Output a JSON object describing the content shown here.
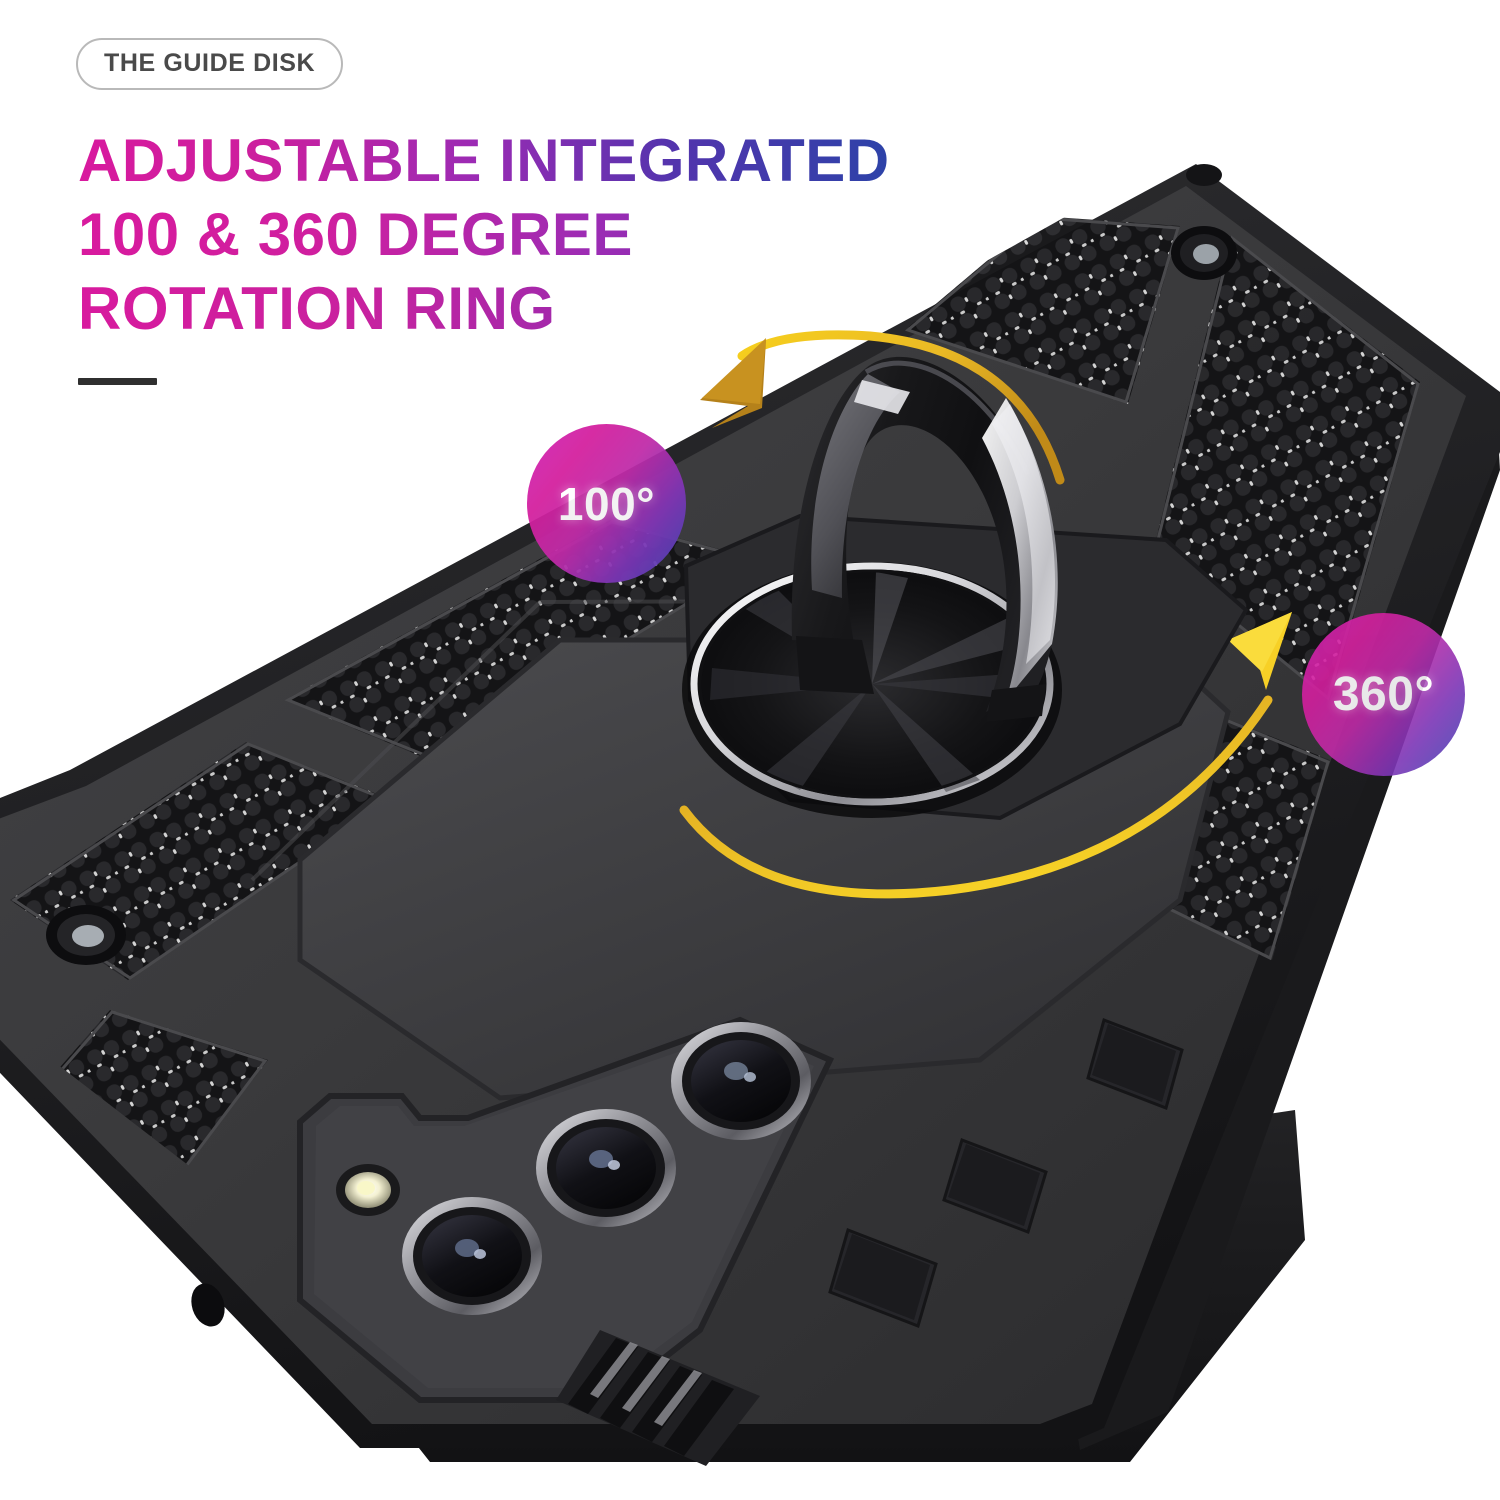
{
  "page": {
    "background_color": "#ffffff",
    "product": "rugged armor phone case with rotating kickstand ring"
  },
  "badge": {
    "label": "THE GUIDE DISK",
    "border_color": "#b9b9b9",
    "text_color": "#4a4a4a"
  },
  "headline": {
    "line1": "ADJUSTABLE INTEGRATED",
    "line2": "100 & 360 DEGREE",
    "line3": "ROTATION RING",
    "gradient_start": "#d81a9e",
    "gradient_end": "#2a44a8"
  },
  "divider": {
    "color": "#2f2f2f"
  },
  "callouts": [
    {
      "name": "rotation-100-badge",
      "value": "100°",
      "gradient_start": "#d41f9e",
      "gradient_end": "#3f46b4",
      "text_color": "#ffffff"
    },
    {
      "name": "rotation-360-badge",
      "value": "360°",
      "gradient_start": "#d41f9e",
      "gradient_end": "#3f46b4",
      "text_color": "#ffffff"
    }
  ],
  "arrows": {
    "tilt_arc_color": "#f5c518",
    "tilt_head_color": "#b5811a",
    "spin_arc_color": "#e8b52a",
    "spin_head_color": "#f7d026"
  },
  "case": {
    "body_color": "#3a3a3c",
    "shell_color": "#232325",
    "texture_dot_color": "#1b1b1d",
    "texture_highlight_color": "#d8d8d8",
    "ring_metal_color": "#9a9a9e",
    "ring_dark_color": "#141416",
    "chrome_color": "#e9e9ec"
  },
  "camera": {
    "lens_count": 3,
    "lens_ring_color": "#b8b8bc",
    "lens_glass_color": "#121218",
    "flash_color": "#f2f0dd"
  }
}
